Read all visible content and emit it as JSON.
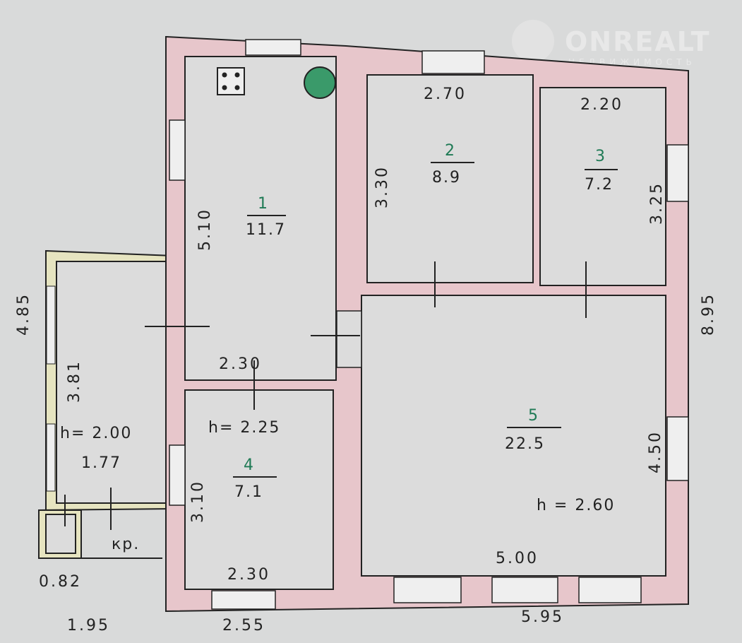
{
  "watermark": {
    "brand": "ONREALT",
    "tagline": "НЕДВИЖИМОСТЬ"
  },
  "rooms": [
    {
      "number": "1",
      "area": "11.7"
    },
    {
      "number": "2",
      "area": "8.9"
    },
    {
      "number": "3",
      "area": "7.2"
    },
    {
      "number": "4",
      "area": "7.1"
    },
    {
      "number": "5",
      "area": "22.5"
    }
  ],
  "veranda": {
    "height": "h= 2.00",
    "area": "1.77",
    "porch_label": "кр.",
    "porch_width": "0.82"
  },
  "heights": {
    "room4": "h= 2.25",
    "room5": "h = 2.60"
  },
  "dimensions": {
    "room2_width": "2.70",
    "room3_width": "2.20",
    "room1_height": "5.10",
    "room2_height": "3.30",
    "room3_height": "3.25",
    "room1_width": "2.30",
    "room4_width": "2.30",
    "room4_height": "3.10",
    "veranda_height": "3.81",
    "room5_width": "5.00",
    "room5_height": "4.50",
    "overall_left": "4.85",
    "overall_right": "8.95",
    "bottom_left": "1.95",
    "bottom_mid": "2.55",
    "bottom_right": "5.95"
  }
}
